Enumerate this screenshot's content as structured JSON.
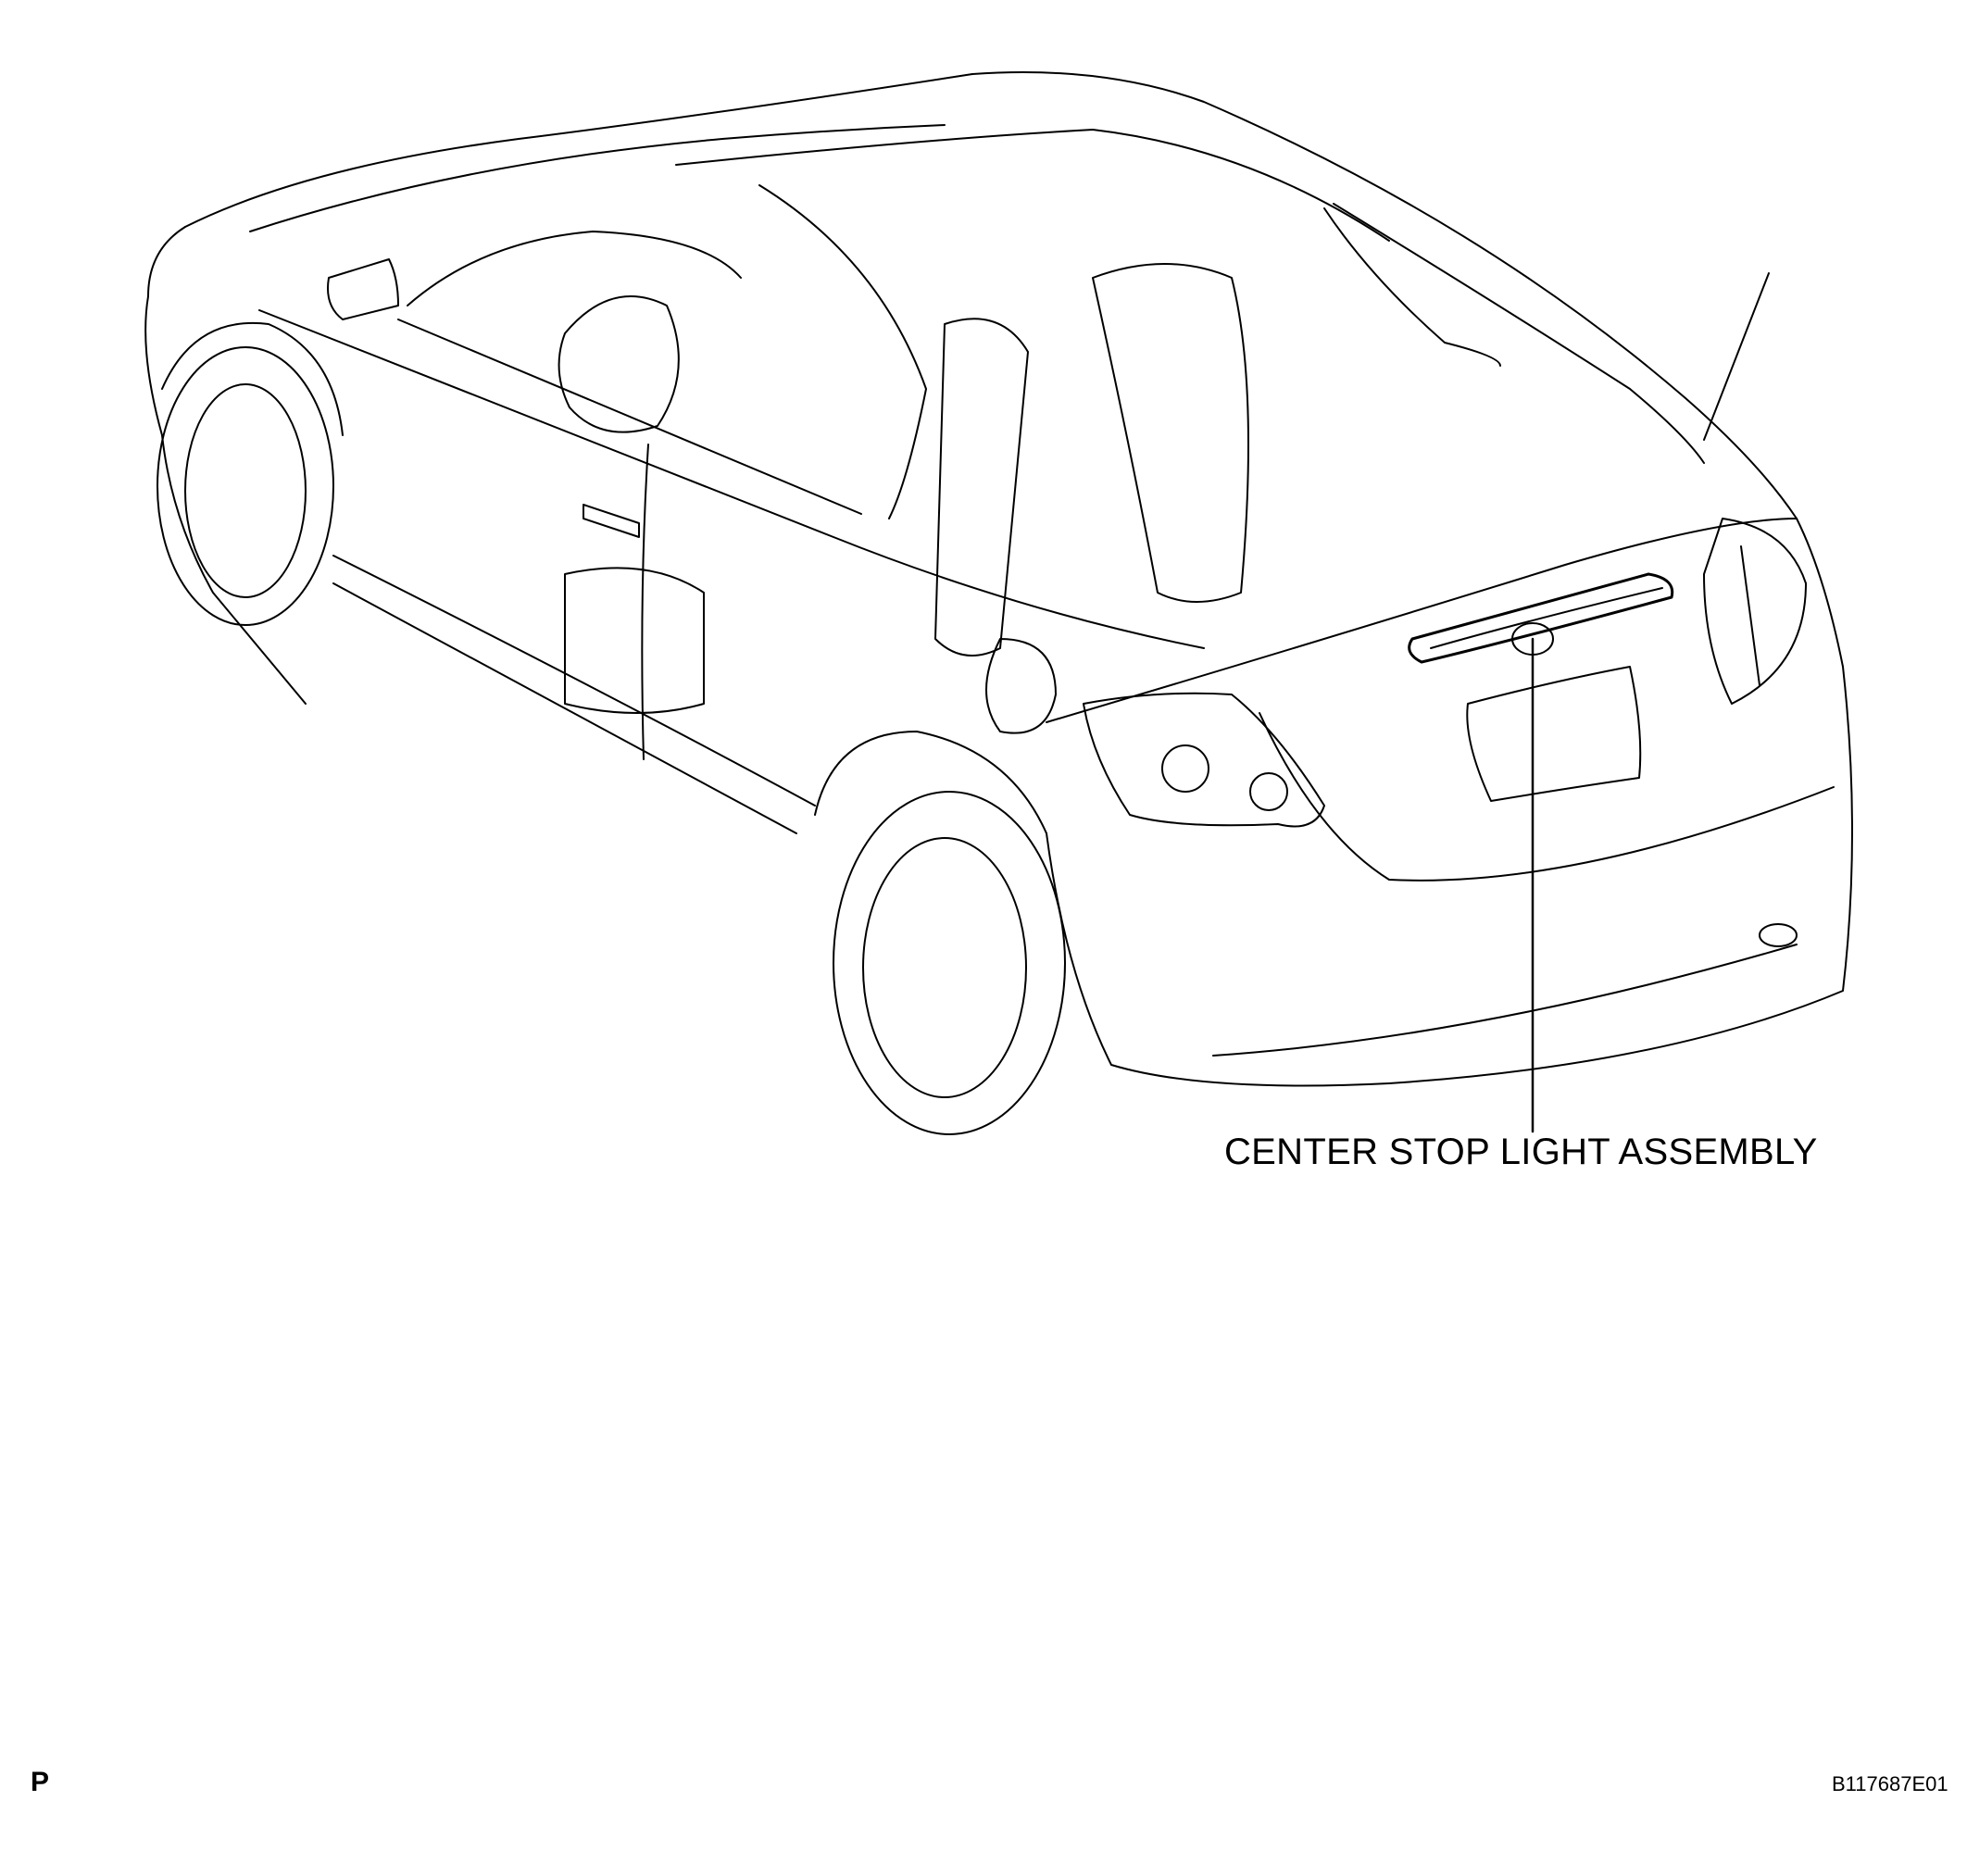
{
  "diagram": {
    "callout_label": "CENTER STOP LIGHT ASSEMBLY",
    "corner_letter": "P",
    "figure_code": "B117687E01",
    "line_color": "#000000",
    "background": "#ffffff"
  }
}
